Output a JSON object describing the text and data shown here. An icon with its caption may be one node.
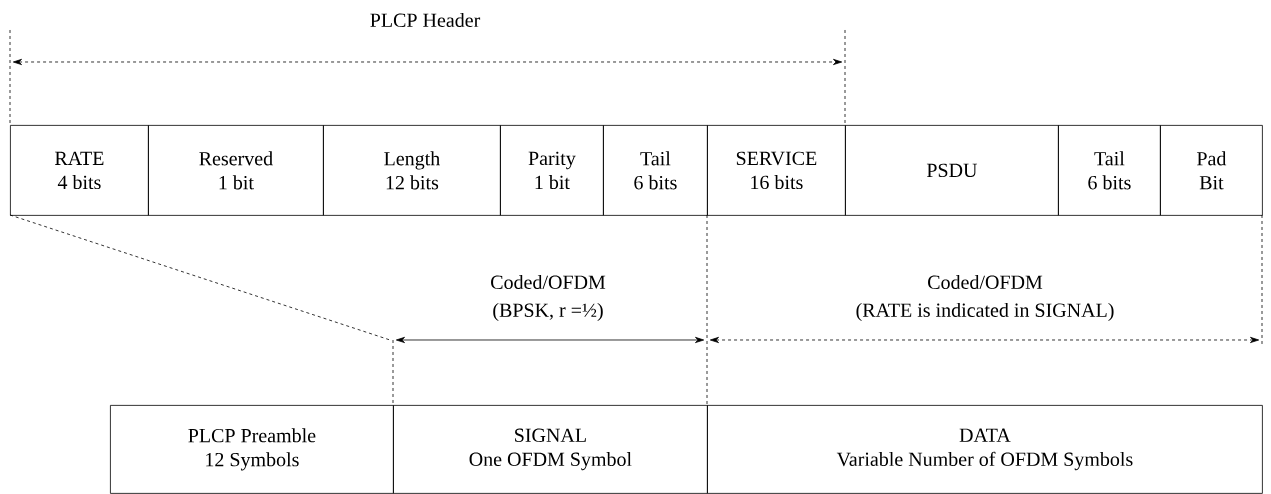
{
  "diagram": {
    "nodes": [
      {
        "text": [
          "RATE",
          "4 bits"
        ]
      },
      {
        "text": [
          "Reserved",
          "1 bit"
        ]
      },
      {
        "text": [
          "Length",
          "12 bits"
        ]
      },
      {
        "text": [
          "Parity",
          "1 bit"
        ]
      },
      {
        "text": [
          "Tail",
          "6 bits"
        ]
      },
      {
        "text": [
          "SERVICE",
          "16 bits"
        ]
      },
      {
        "text": [
          "PSDU"
        ]
      },
      {
        "text": [
          "Tail",
          "6 bits"
        ]
      },
      {
        "text": [
          "Pad",
          "Bit"
        ]
      },
      {
        "text": [
          "PLCP Preamble",
          "12 Symbols"
        ]
      },
      {
        "text": [
          "SIGNAL",
          "One OFDM Symbol"
        ]
      },
      {
        "text": [
          "DATA",
          "Variable Number of OFDM Symbols"
        ]
      }
    ],
    "labels": [
      "PLCP Header",
      "Coded/OFDM",
      "(BPSK, r =½)",
      "Coded/OFDM",
      "(RATE is indicated in SIGNAL)"
    ]
  }
}
